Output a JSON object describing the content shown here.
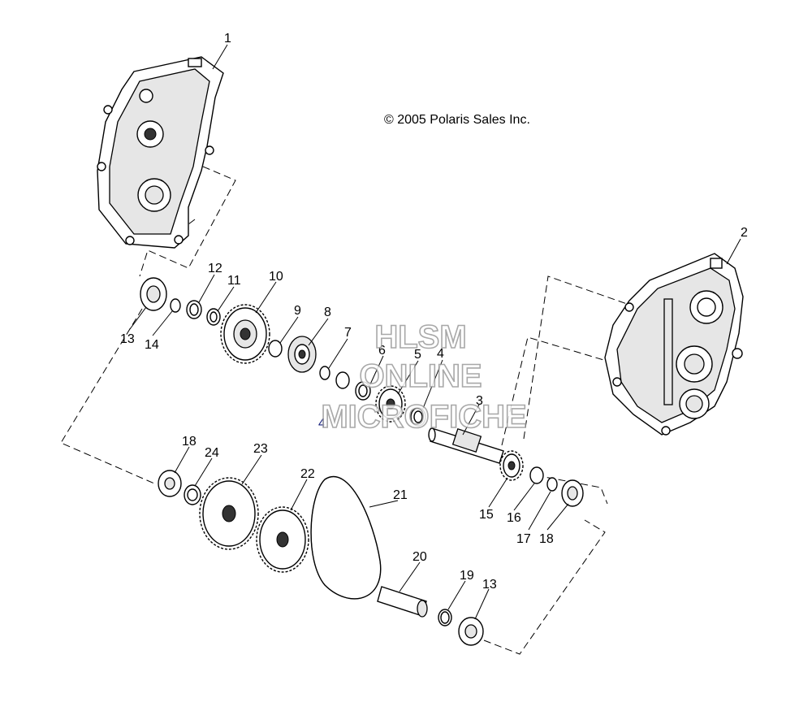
{
  "copyright": "© 2005 Polaris Sales Inc.",
  "watermark": [
    "HLSM",
    "ONLINE",
    "MICROFICHE"
  ],
  "callouts": {
    "c1": "1",
    "c2": "2",
    "c3": "3",
    "c4a": "4",
    "c4b": "4",
    "c5": "5",
    "c6": "6",
    "c7": "7",
    "c8": "8",
    "c9": "9",
    "c10": "10",
    "c11": "11",
    "c12": "12",
    "c13a": "13",
    "c13b": "13",
    "c14": "14",
    "c15": "15",
    "c16": "16",
    "c17": "17",
    "c18a": "18",
    "c18b": "18",
    "c19": "19",
    "c20": "20",
    "c21": "21",
    "c22": "22",
    "c23": "23",
    "c24": "24"
  }
}
